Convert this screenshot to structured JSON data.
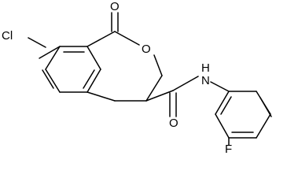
{
  "molecule": {
    "atom_labels": {
      "chlorine": "Cl",
      "carbonyl_oxygen_ring": "O",
      "ring_oxygen": "O",
      "amide_nitrogen": "N",
      "amide_hydrogen": "H",
      "amide_oxygen": "O",
      "fluorine": "F"
    }
  },
  "colors": {
    "bond": "#000000",
    "label": "#000000",
    "background": "#ffffff"
  }
}
